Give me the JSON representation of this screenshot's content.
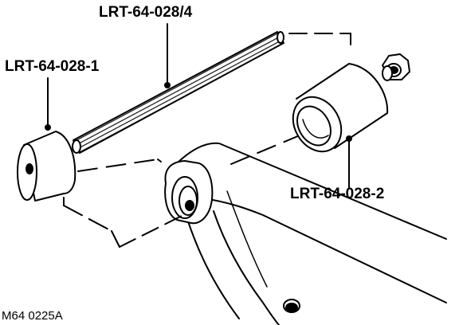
{
  "labels": {
    "threaded_rod": "LRT-64-028/4",
    "end_cap": "LRT-64-028-1",
    "sleeve": "LRT-64-028-2"
  },
  "figure_ref": "M64 0225A"
}
